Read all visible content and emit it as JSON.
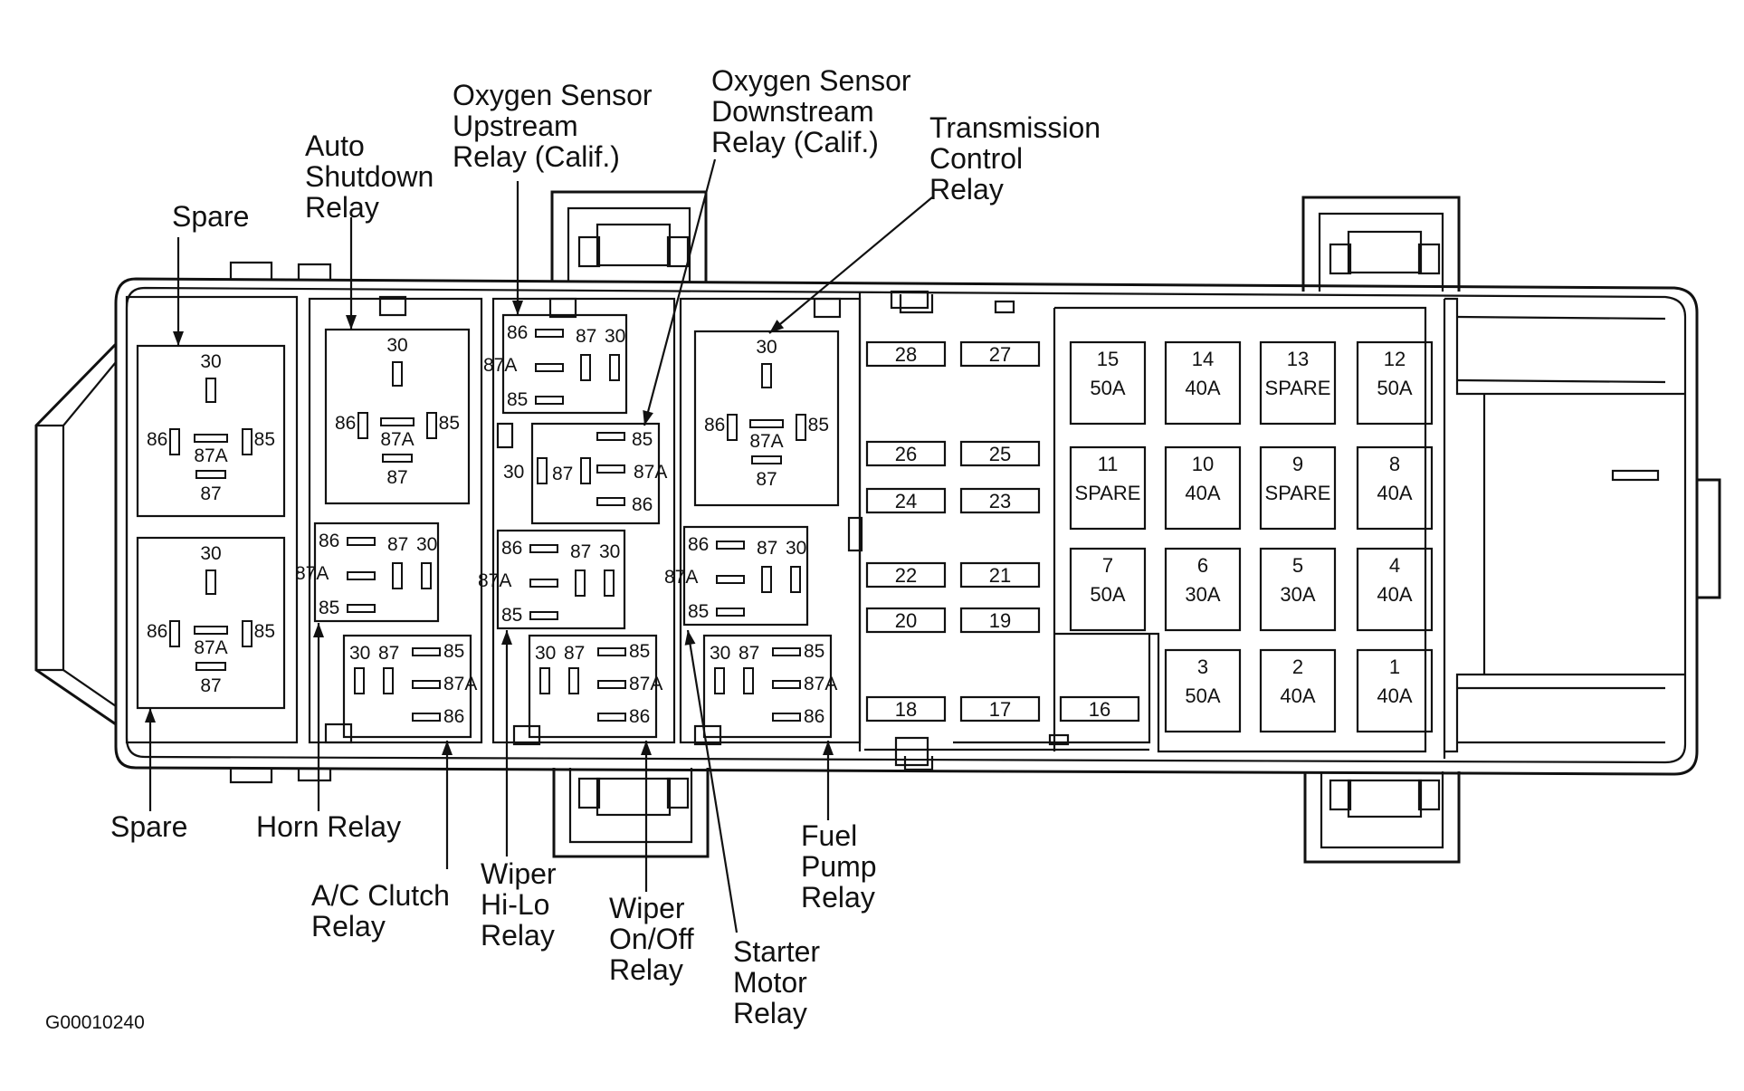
{
  "diagram": {
    "code": "G00010240",
    "callouts": {
      "spare_top": [
        "Spare"
      ],
      "auto_shutdown": [
        "Auto",
        "Shutdown",
        "Relay"
      ],
      "o2_upstream": [
        "Oxygen Sensor",
        "Upstream",
        "Relay (Calif.)"
      ],
      "o2_downstream": [
        "Oxygen Sensor",
        "Downstream",
        "Relay (Calif.)"
      ],
      "tcm": [
        "Transmission",
        "Control",
        "Relay"
      ],
      "spare_bottom": [
        "Spare"
      ],
      "horn": [
        "Horn Relay"
      ],
      "ac_clutch": [
        "A/C Clutch",
        "Relay"
      ],
      "wiper_hilo": [
        "Wiper",
        "Hi-Lo",
        "Relay"
      ],
      "wiper_onoff": [
        "Wiper",
        "On/Off",
        "Relay"
      ],
      "starter": [
        "Starter",
        "Motor",
        "Relay"
      ],
      "fuel_pump": [
        "Fuel",
        "Pump",
        "Relay"
      ]
    },
    "pins": {
      "p30": "30",
      "p85": "85",
      "p86": "86",
      "p87": "87",
      "p87a": "87A"
    },
    "slots": [
      "28",
      "27",
      "26",
      "25",
      "24",
      "23",
      "22",
      "21",
      "20",
      "19",
      "18",
      "17",
      "16"
    ],
    "fuses": [
      {
        "num": "15",
        "rating": "50A"
      },
      {
        "num": "14",
        "rating": "40A"
      },
      {
        "num": "13",
        "rating": "SPARE"
      },
      {
        "num": "12",
        "rating": "50A"
      },
      {
        "num": "11",
        "rating": "SPARE"
      },
      {
        "num": "10",
        "rating": "40A"
      },
      {
        "num": "9",
        "rating": "SPARE"
      },
      {
        "num": "8",
        "rating": "40A"
      },
      {
        "num": "7",
        "rating": "50A"
      },
      {
        "num": "6",
        "rating": "30A"
      },
      {
        "num": "5",
        "rating": "30A"
      },
      {
        "num": "4",
        "rating": "40A"
      },
      {
        "num": "3",
        "rating": "50A"
      },
      {
        "num": "2",
        "rating": "40A"
      },
      {
        "num": "1",
        "rating": "40A"
      }
    ]
  }
}
